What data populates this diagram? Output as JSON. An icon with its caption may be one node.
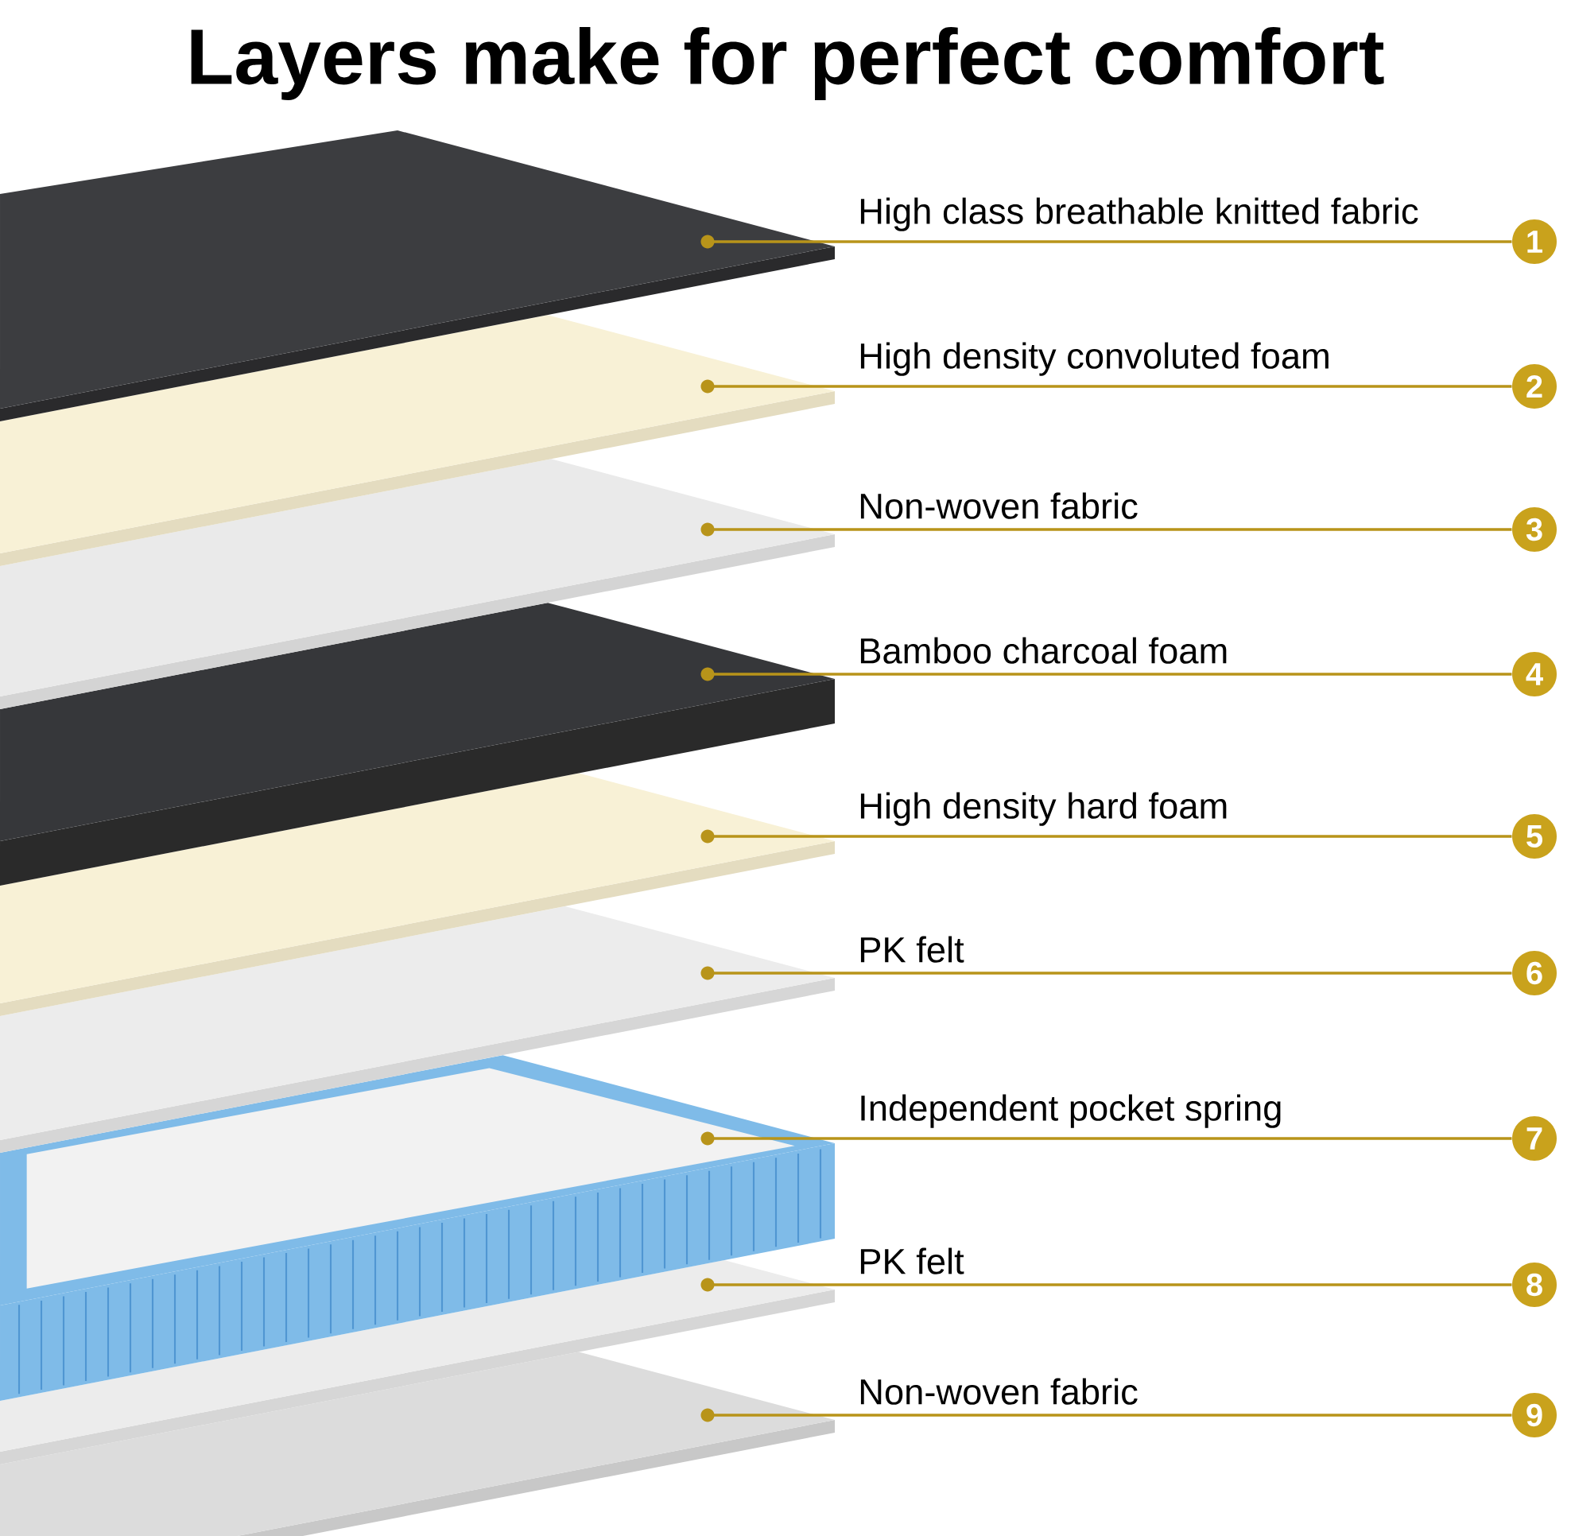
{
  "diagram": {
    "title": "Layers make for perfect comfort",
    "nodes": [
      {
        "text": [],
        "shape": "picture"
      },
      {
        "text": [],
        "shape": "picture"
      },
      {
        "text": [],
        "shape": "picture"
      },
      {
        "text": [],
        "shape": "picture"
      },
      {
        "text": [],
        "shape": "picture"
      },
      {
        "text": [],
        "shape": "picture"
      },
      {
        "text": [],
        "shape": "picture"
      },
      {
        "text": [],
        "shape": "picture"
      },
      {
        "text": [],
        "shape": "picture"
      },
      {
        "text": [
          "1"
        ]
      },
      {
        "text": [
          "2"
        ]
      },
      {
        "text": [
          "3"
        ]
      },
      {
        "text": [
          "4"
        ]
      },
      {
        "text": [
          "5"
        ]
      },
      {
        "text": [
          "6"
        ]
      },
      {
        "text": [
          "7"
        ]
      },
      {
        "text": [
          "8"
        ]
      },
      {
        "text": [
          "9"
        ]
      }
    ],
    "edges": [
      {
        "from": 9,
        "to": 0,
        "arrow": "other",
        "label": "High class breathable knitted fabric"
      },
      {
        "from": 10,
        "to": 1,
        "arrow": "other",
        "label": "High density convoluted foam"
      },
      {
        "from": 11,
        "to": 2,
        "arrow": "other",
        "label": "Non-woven fabric"
      },
      {
        "from": 12,
        "to": 3,
        "arrow": "other",
        "label": "Bamboo charcoal foam"
      },
      {
        "from": 13,
        "to": 4,
        "arrow": "other",
        "label": "High density hard foam"
      },
      {
        "from": 14,
        "to": 5,
        "arrow": "other",
        "label": "PK felt"
      },
      {
        "from": 15,
        "to": 6,
        "arrow": "other",
        "label": "Independent pocket spring"
      },
      {
        "from": 16,
        "to": 7,
        "arrow": "other",
        "label": "PK felt"
      },
      {
        "from": 17,
        "to": 8,
        "arrow": "other",
        "label": "Non-woven fabric"
      }
    ]
  }
}
